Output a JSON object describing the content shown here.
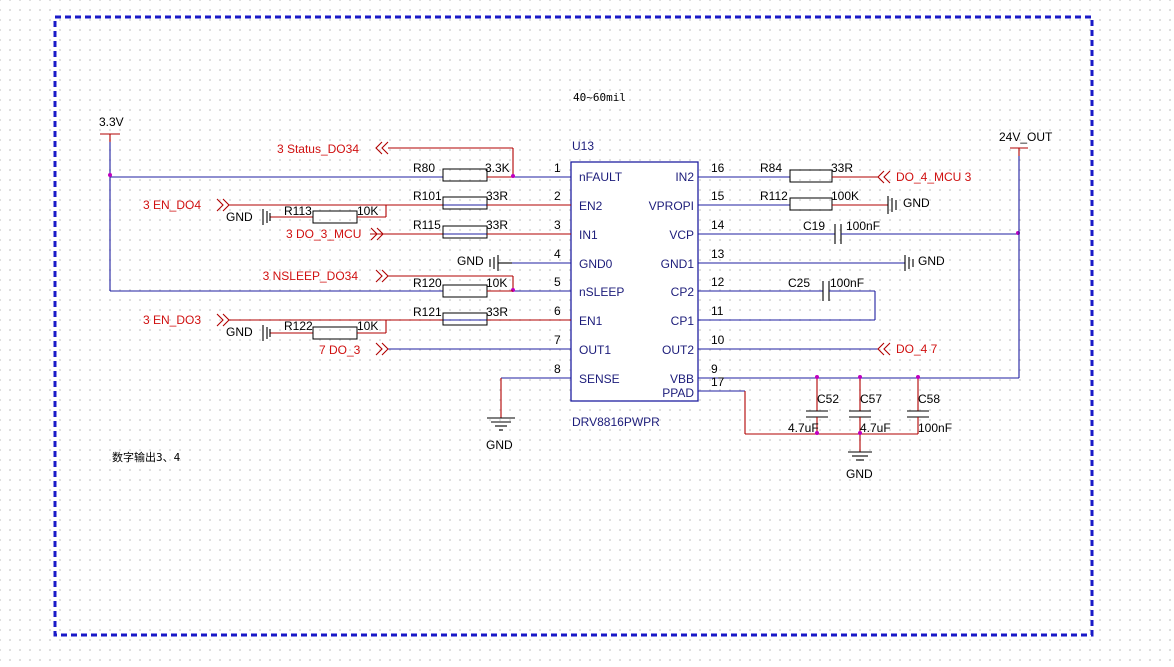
{
  "ic": {
    "designator": "U13",
    "part": "DRV8816PWPR",
    "left_pins": [
      {
        "num": "1",
        "name": "nFAULT"
      },
      {
        "num": "2",
        "name": "EN2"
      },
      {
        "num": "3",
        "name": "IN1"
      },
      {
        "num": "4",
        "name": "GND0"
      },
      {
        "num": "5",
        "name": "nSLEEP"
      },
      {
        "num": "6",
        "name": "EN1"
      },
      {
        "num": "7",
        "name": "OUT1"
      },
      {
        "num": "8",
        "name": "SENSE"
      }
    ],
    "right_pins": [
      {
        "num": "16",
        "name": "IN2"
      },
      {
        "num": "15",
        "name": "VPROPI"
      },
      {
        "num": "14",
        "name": "VCP"
      },
      {
        "num": "13",
        "name": "GND1"
      },
      {
        "num": "12",
        "name": "CP2"
      },
      {
        "num": "11",
        "name": "CP1"
      },
      {
        "num": "10",
        "name": "OUT2"
      },
      {
        "num": "9",
        "name": "VBB"
      },
      {
        "num": "17",
        "name": "PPAD"
      }
    ]
  },
  "notes": {
    "trace_width": "40~60mil",
    "section": "数字输出3、4"
  },
  "power": {
    "v33": "3.3V",
    "v24": "24V_OUT",
    "gnd": "GND"
  },
  "resistors": [
    {
      "ref": "R80",
      "value": "3.3K"
    },
    {
      "ref": "R101",
      "value": "33R"
    },
    {
      "ref": "R113",
      "value": "10K"
    },
    {
      "ref": "R115",
      "value": "33R"
    },
    {
      "ref": "R120",
      "value": "10K"
    },
    {
      "ref": "R121",
      "value": "33R"
    },
    {
      "ref": "R122",
      "value": "10K"
    },
    {
      "ref": "R84",
      "value": "33R"
    },
    {
      "ref": "R112",
      "value": "100K"
    }
  ],
  "capacitors": [
    {
      "ref": "C19",
      "value": "100nF"
    },
    {
      "ref": "C25",
      "value": "100nF"
    },
    {
      "ref": "C52",
      "value": "4.7uF"
    },
    {
      "ref": "C57",
      "value": "4.7uF"
    },
    {
      "ref": "C58",
      "value": "100nF"
    }
  ],
  "net_ports": {
    "status": "3 Status_DO34",
    "en_do4": "3 EN_DO4",
    "do3_mcu": "3 DO_3_MCU",
    "nsleep": "3 NSLEEP_DO34",
    "en_do3": "3 EN_DO3",
    "do3": "7 DO_3",
    "do4_mcu": "DO_4_MCU  3",
    "do4": "DO_4  7"
  },
  "colors": {
    "wire": "#1f1fa0",
    "component": "#b00000",
    "net_label": "#d01010",
    "border": "#1a1ac8"
  }
}
